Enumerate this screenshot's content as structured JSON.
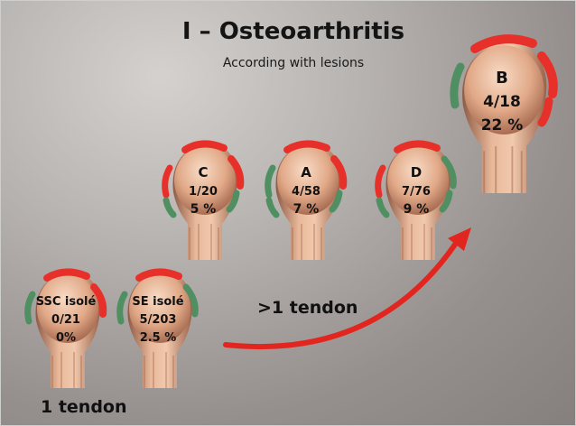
{
  "title": "I – Osteoarthritis",
  "subtitle": "According with lesions",
  "labels": {
    "one_tendon": "1 tendon",
    "more_tendons": ">1 tendon"
  },
  "colors": {
    "lesion": "#e8302a",
    "healthy": "#4f8f62",
    "arrow": "#e2261f",
    "bone": "#c99478"
  },
  "groups": [
    {
      "name": "C",
      "count": "1/20",
      "pct": "5 %"
    },
    {
      "name": "A",
      "count": "4/58",
      "pct": "7 %"
    },
    {
      "name": "D",
      "count": "7/76",
      "pct": "9 %"
    },
    {
      "name": "B",
      "count": "4/18",
      "pct": "22 %"
    },
    {
      "name": "SSC isolé",
      "count": "0/21",
      "pct": "0%"
    },
    {
      "name": "SE isolé",
      "count": "5/203",
      "pct": "2.5 %"
    }
  ]
}
